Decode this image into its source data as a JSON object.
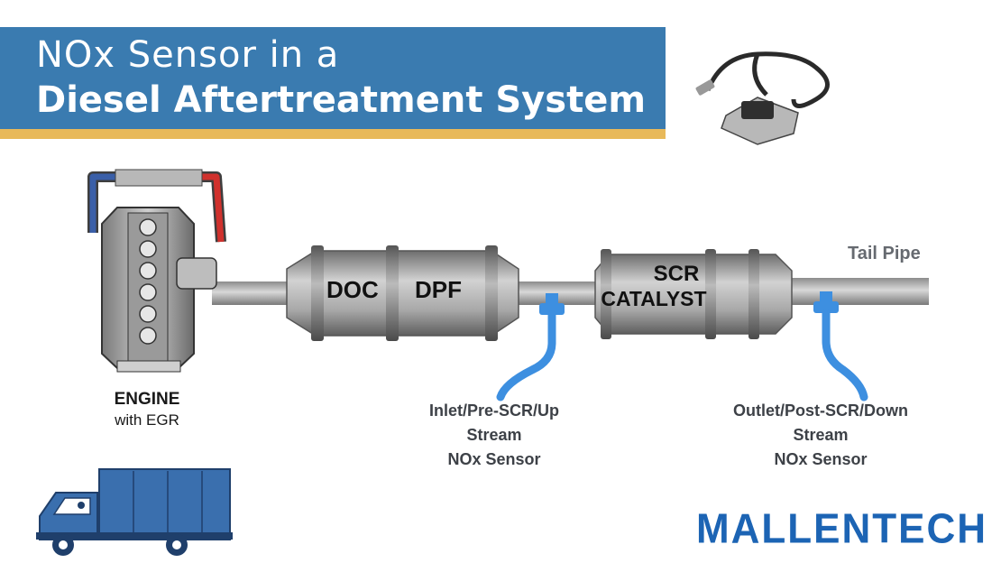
{
  "title": {
    "line1": "NOx Sensor in a",
    "line2": "Diesel Aftertreatment System"
  },
  "engine": {
    "title": "ENGINE",
    "subtitle": "with EGR"
  },
  "components": {
    "doc": "DOC",
    "dpf": "DPF",
    "scr_line1": "SCR",
    "scr_line2": "CATALYST",
    "tail_pipe": "Tail Pipe"
  },
  "sensors": {
    "inlet": [
      "Inlet/Pre-SCR/Up",
      "Stream",
      "NOx Sensor"
    ],
    "outlet": [
      "Outlet/Post-SCR/Down",
      "Stream",
      "NOx Sensor"
    ]
  },
  "brand": "MALLENTECH",
  "colors": {
    "banner": "#3a7bb0",
    "stripe": "#e8b95a",
    "sensor_blue": "#3d8fe0",
    "truck_blue": "#3a6fae",
    "brand_blue": "#1c64b4"
  },
  "icons": [
    "nox-sensor-icon",
    "truck-icon",
    "engine-icon"
  ]
}
